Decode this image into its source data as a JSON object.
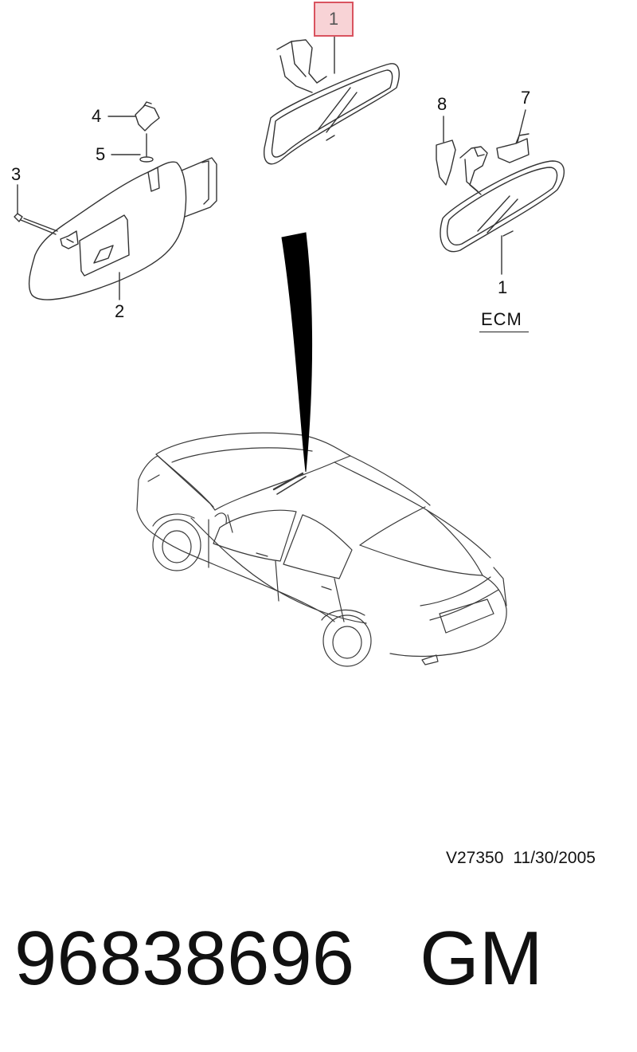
{
  "callouts": {
    "highlighted": "1",
    "mirror_ecm": "1",
    "sun_visor": "2",
    "screw": "3",
    "clip": "4",
    "pin": "5",
    "cover_7": "7",
    "cover_8": "8"
  },
  "ecm_label": "ECM",
  "drawing_code": "V27350",
  "drawing_date": "11/30/2005",
  "part_number": "96838696",
  "brand": "GM",
  "colors": {
    "highlight_fill": "#f8d3d6",
    "highlight_border": "#d9535f",
    "line": "#222222"
  }
}
